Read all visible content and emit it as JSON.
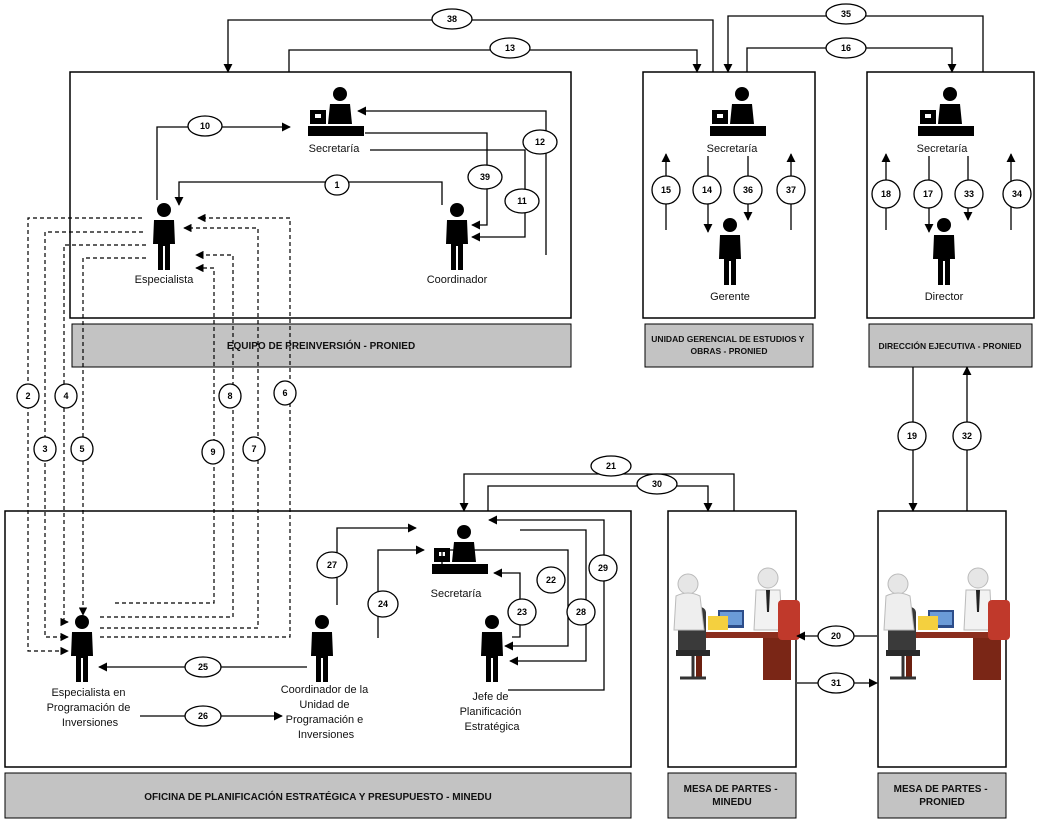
{
  "boxes": {
    "pronied_team": {
      "band": "EQUIPO DE PREINVERSIÓN - PRONIED"
    },
    "ugeo": {
      "band": [
        "UNIDAD GERENCIAL DE ESTUDIOS Y",
        "OBRAS - PRONIED"
      ]
    },
    "de": {
      "band": "DIRECCIÓN EJECUTIVA - PRONIED"
    },
    "minedu": {
      "band": "OFICINA DE PLANIFICACIÓN ESTRATÉGICA Y PRESUPUESTO - MINEDU"
    },
    "mesa_minedu": {
      "band": [
        "MESA DE PARTES -",
        "MINEDU"
      ]
    },
    "mesa_pronied": {
      "band": [
        "MESA DE PARTES -",
        "PRONIED"
      ]
    }
  },
  "actors": {
    "sec_team": "Secretaría",
    "especialista": "Especialista",
    "coordinador": "Coordinador",
    "sec_ugeo": "Secretaría",
    "gerente": "Gerente",
    "sec_de": "Secretaría",
    "director": "Director",
    "sec_minedu": "Secretaría",
    "esp_minedu": [
      "Especialista en",
      "Programación de",
      "Inversiones"
    ],
    "coord_minedu": [
      "Coordinador de la",
      "Unidad de",
      "Programación e",
      "Inversiones"
    ],
    "jefe": [
      "Jefe de",
      "Planificación",
      "Estratégica"
    ]
  },
  "steps": [
    "1",
    "2",
    "3",
    "4",
    "5",
    "6",
    "7",
    "8",
    "9",
    "10",
    "11",
    "12",
    "13",
    "14",
    "15",
    "16",
    "17",
    "18",
    "19",
    "20",
    "21",
    "22",
    "23",
    "24",
    "25",
    "26",
    "27",
    "28",
    "29",
    "30",
    "31",
    "32",
    "33",
    "34",
    "35",
    "36",
    "37",
    "38",
    "39"
  ]
}
